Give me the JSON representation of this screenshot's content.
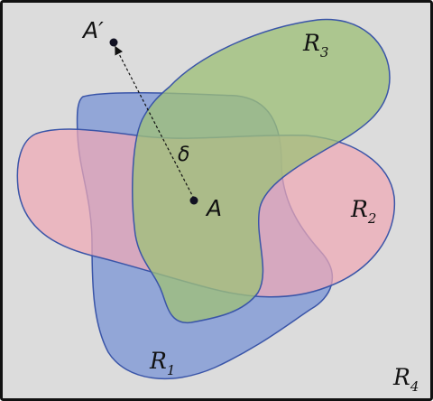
{
  "colors": {
    "background": "#dcdcdc",
    "frame": "#111111",
    "region_stroke": "#3a55a8",
    "r1_fill": "#7d97d6",
    "r2_fill": "#f0a9b6",
    "r3_fill": "#9fc07a",
    "point": "#111122"
  },
  "labels": {
    "r1": {
      "main": "R",
      "sub": "1"
    },
    "r2": {
      "main": "R",
      "sub": "2"
    },
    "r3": {
      "main": "R",
      "sub": "3"
    },
    "r4": {
      "main": "R",
      "sub": "4"
    },
    "point_a": "A",
    "point_a_prime": "A′",
    "delta": "δ"
  }
}
